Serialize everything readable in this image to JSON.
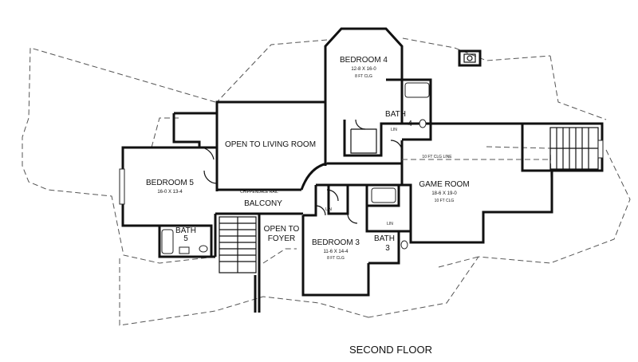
{
  "title": "SECOND FLOOR",
  "rooms": {
    "bedroom4": {
      "name": "BEDROOM 4",
      "dims": "12-8 X 16-0",
      "ceiling": "8 FT CLG"
    },
    "bath4": {
      "name": "BATH",
      "number": "4"
    },
    "open_living": {
      "name": "OPEN TO LIVING ROOM"
    },
    "bedroom5": {
      "name": "BEDROOM 5",
      "dims": "16-0 X 13-4"
    },
    "rail": {
      "name": "CHIPPENDALE RAIL"
    },
    "balcony": {
      "name": "BALCONY"
    },
    "bath5": {
      "name": "BATH",
      "number": "5"
    },
    "open_foyer": {
      "line1": "OPEN TO",
      "line2": "FOYER"
    },
    "bedroom3": {
      "name": "BEDROOM 3",
      "dims": "11-6 X 14-4",
      "ceiling": "8 FT CLG"
    },
    "bath3": {
      "name": "BATH",
      "number": "3"
    },
    "game_room": {
      "name": "GAME ROOM",
      "dims": "18-6 X 19-0",
      "ceiling": "10 FT CLG"
    },
    "clg_line": {
      "text": "10 FT CLG LINE"
    },
    "linen": {
      "label": "LIN"
    }
  }
}
